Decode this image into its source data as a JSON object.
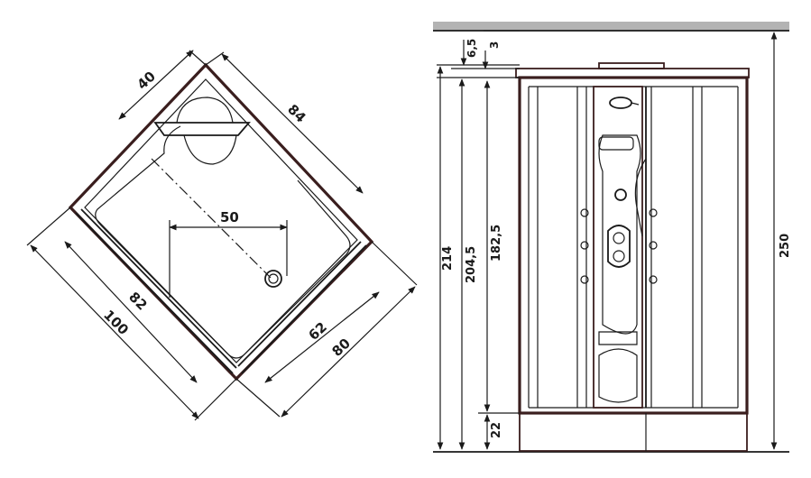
{
  "plan_view": {
    "dims": {
      "seat_depth": "40",
      "side_top": "84",
      "drain_offset": "50",
      "inner_left": "82",
      "outer_left": "100",
      "inner_right": "62",
      "outer_right": "80"
    }
  },
  "elevation_view": {
    "dims": {
      "roof_gap": "6,5",
      "roof_thickness": "3",
      "total_height": "214",
      "cabin_height": "204,5",
      "door_height": "182,5",
      "base_height": "22",
      "room_height": "250"
    }
  },
  "colors": {
    "line": "#1a1a1a",
    "frame": "#3a1e1e",
    "ceiling": "#b3b3b3"
  }
}
